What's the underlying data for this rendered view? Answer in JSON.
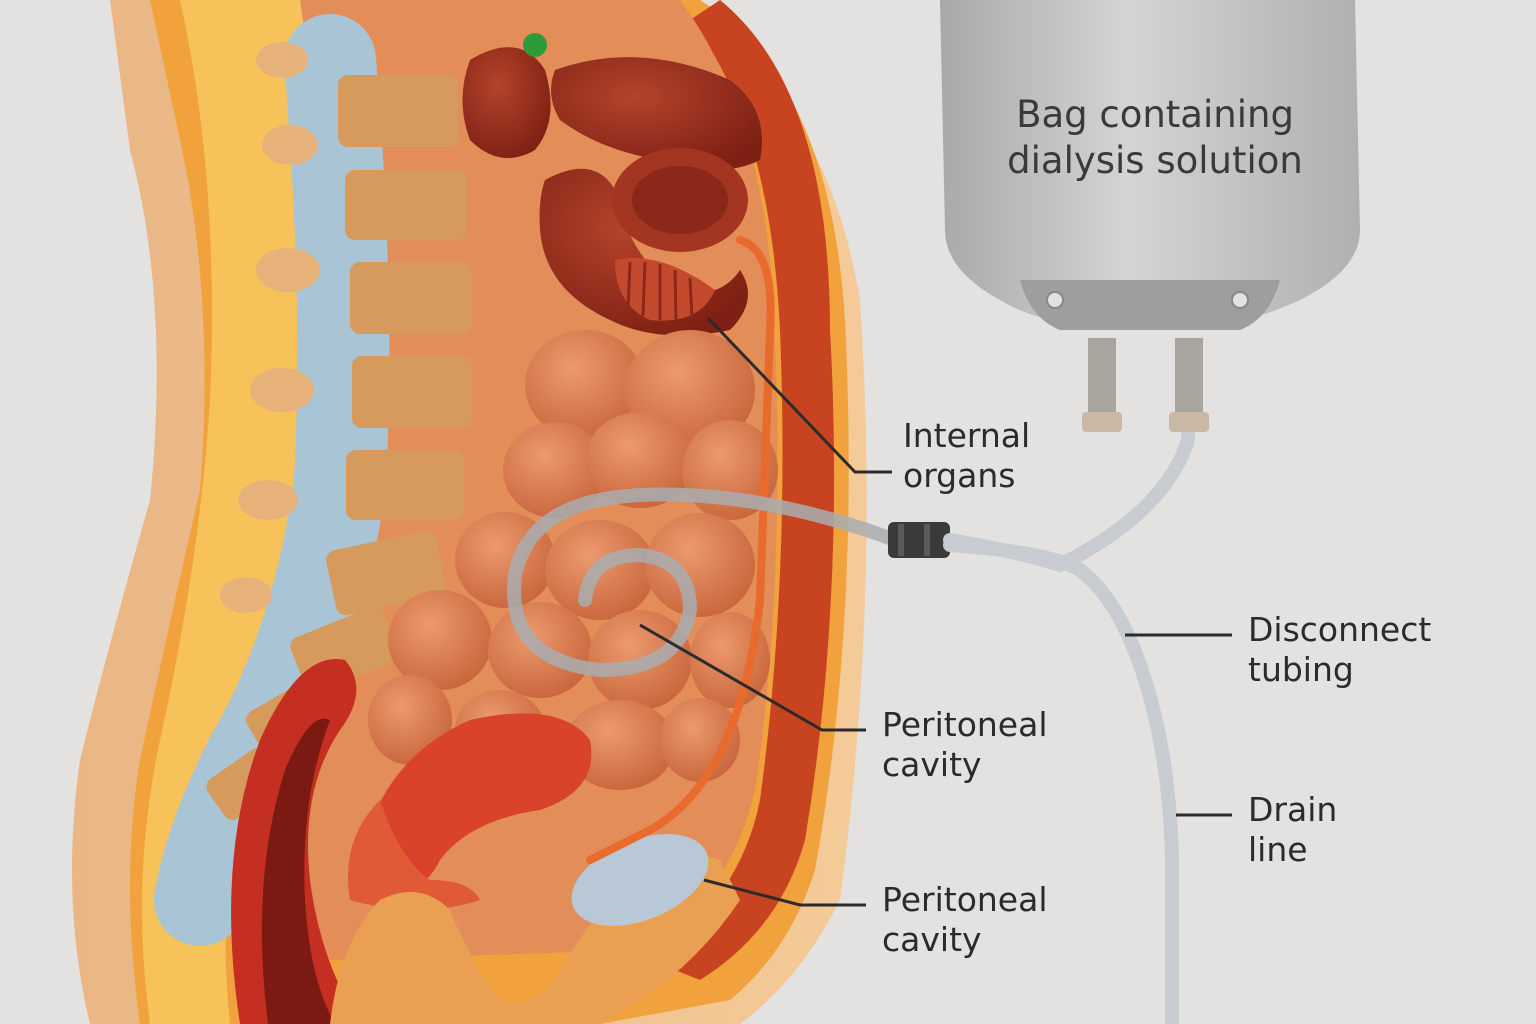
{
  "diagram": {
    "bag_label": [
      "Bag containing",
      "dialysis solution"
    ],
    "labels": [
      {
        "id": "internal-organs",
        "lines": [
          "Internal",
          "organs"
        ]
      },
      {
        "id": "disconnect-tubing",
        "lines": [
          "Disconnect",
          "tubing"
        ]
      },
      {
        "id": "peritoneal-cavity-upper",
        "lines": [
          "Peritoneal",
          "cavity"
        ]
      },
      {
        "id": "drain-line",
        "lines": [
          "Drain",
          "line"
        ]
      },
      {
        "id": "peritoneal-cavity-lower",
        "lines": [
          "Peritoneal",
          "cavity"
        ]
      }
    ]
  },
  "colors": {
    "background": "#e4e2e0",
    "skin": "#f2c088",
    "fat_layer": "#f1a23c",
    "muscle": "#c8431f",
    "organ_red": "#9b2c1c",
    "intestine": "#d9774a",
    "vertebra": "#d59a5c",
    "disc": "#a9c4d4",
    "catheter": "#e86a2c",
    "tubing": "#c8ccd0",
    "bag": "#bfbfbf",
    "bladder": "#b8c8d6",
    "leader_line": "#2b2b2b"
  }
}
